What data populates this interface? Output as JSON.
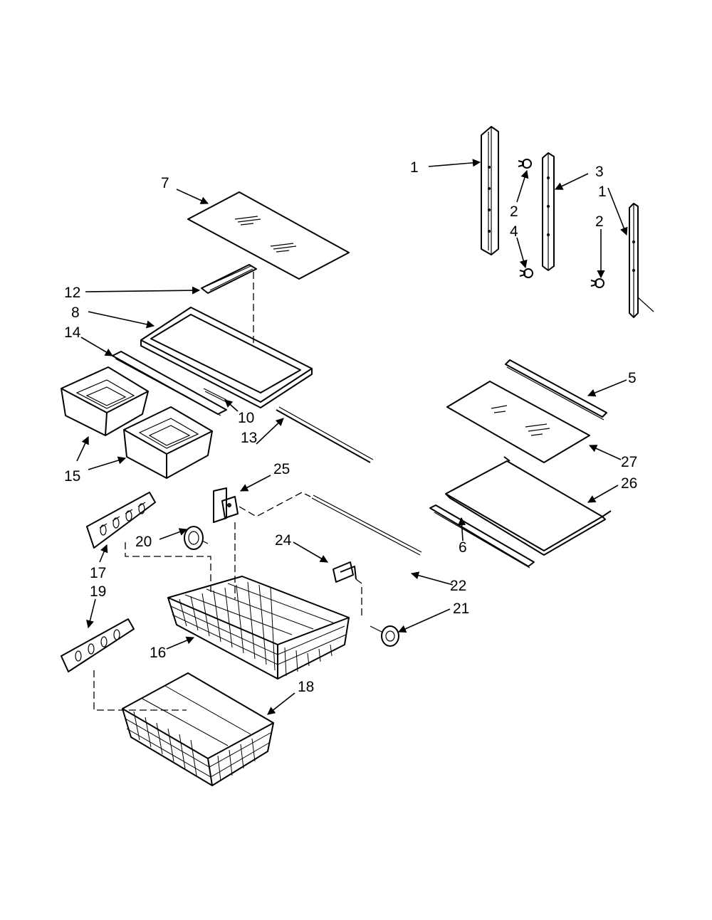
{
  "callouts": [
    "1",
    "3",
    "2",
    "4",
    "1",
    "2",
    "7",
    "12",
    "8",
    "14",
    "10",
    "13",
    "15",
    "5",
    "27",
    "26",
    "6",
    "25",
    "20",
    "17",
    "19",
    "24",
    "22",
    "21",
    "16",
    "18"
  ],
  "colors": {
    "ink": "#000000",
    "paper": "#ffffff"
  }
}
